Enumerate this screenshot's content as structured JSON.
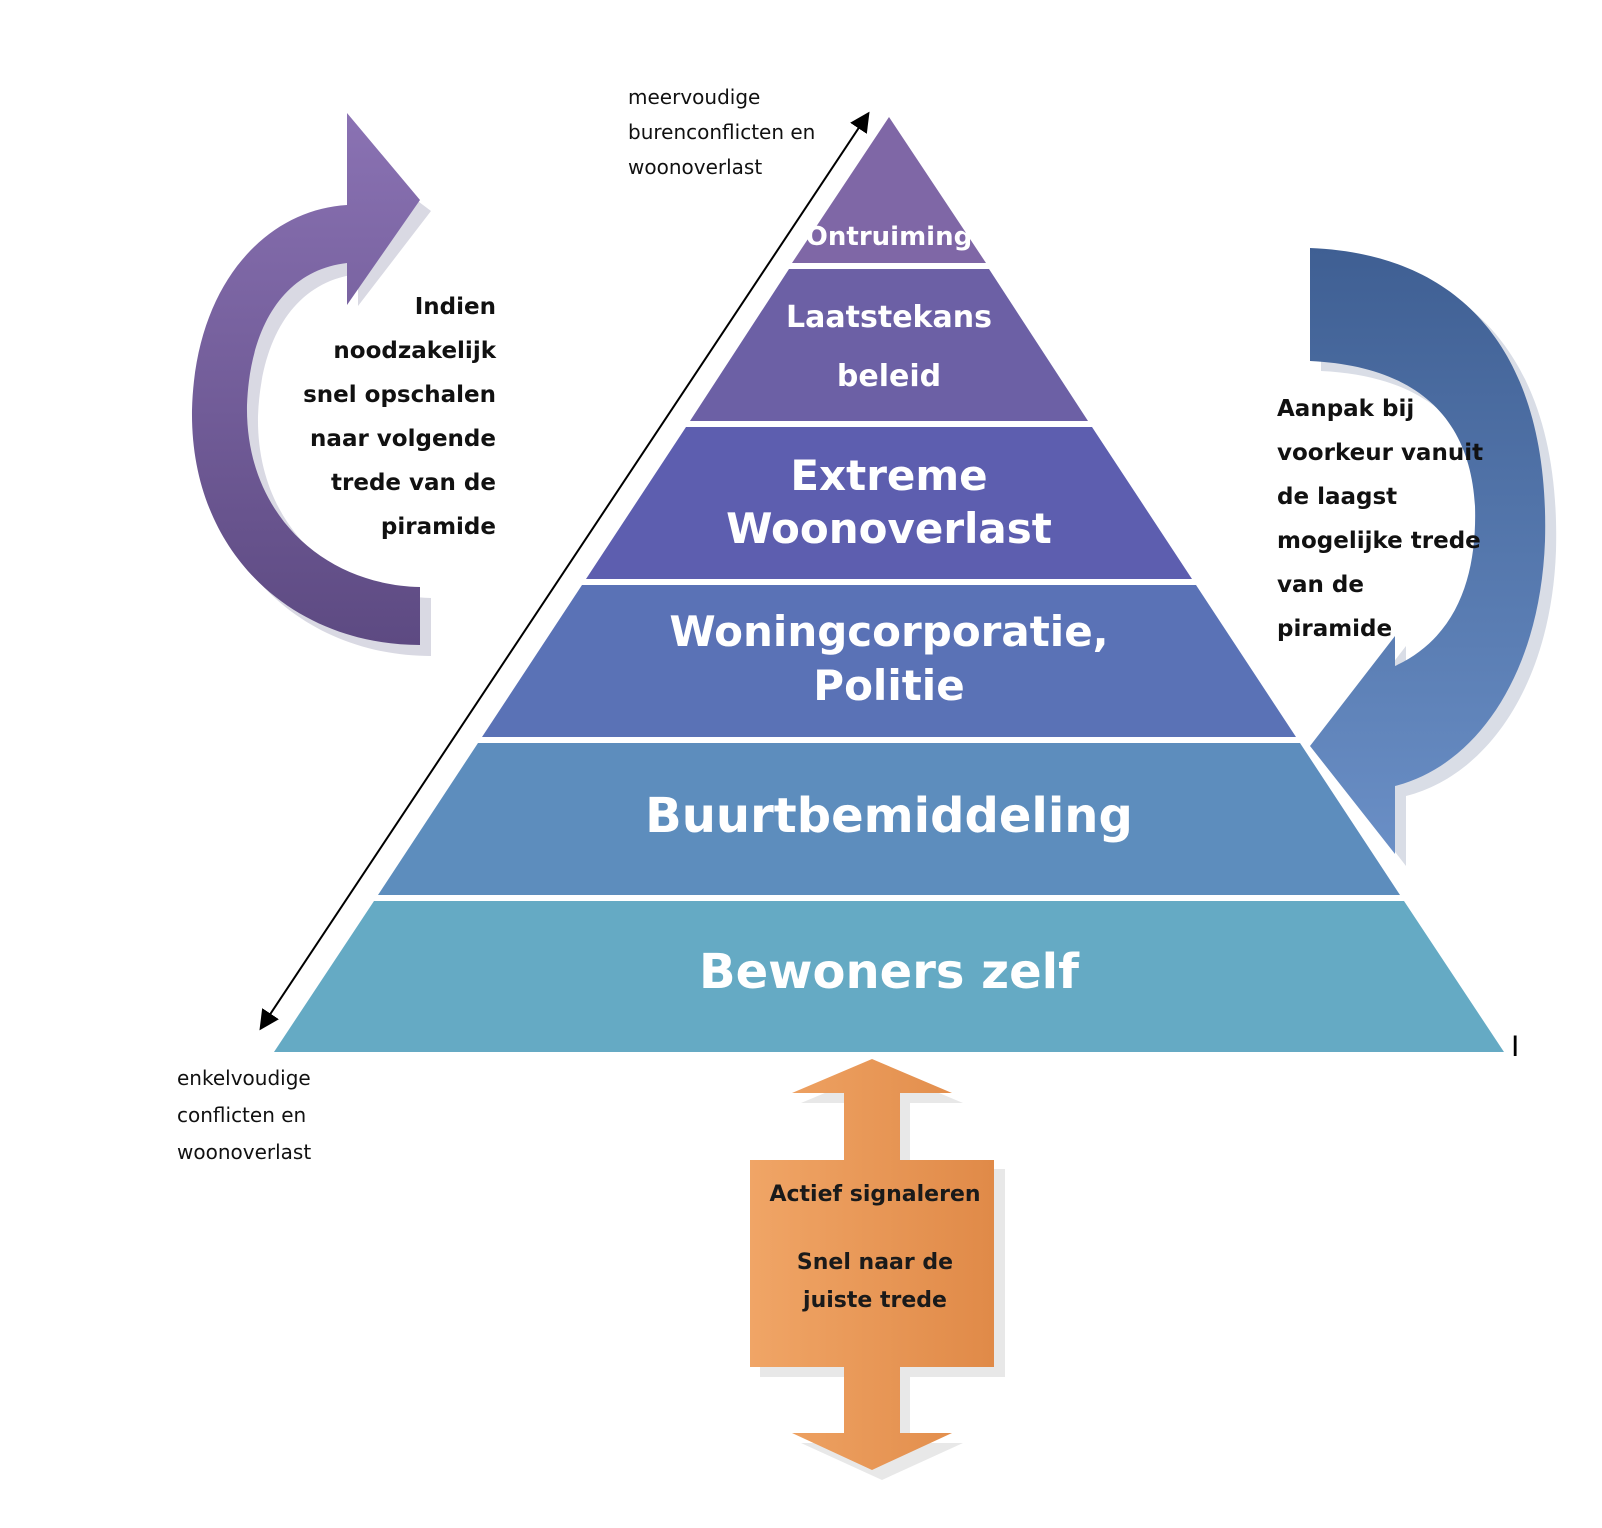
{
  "pyramid": {
    "tiers": [
      {
        "label": "Ontruiming",
        "color": "#7f67a6"
      },
      {
        "label_line1": "Laatstekans",
        "label_line2": "beleid",
        "color": "#6c60a5"
      },
      {
        "label_line1": "Extreme",
        "label_line2": "Woonoverlast",
        "color": "#5d5eaf"
      },
      {
        "label_line1": "Woningcorporatie,",
        "label_line2": "Politie",
        "color": "#5a72b6"
      },
      {
        "label": "Buurtbemiddeling",
        "color": "#5d8dbd"
      },
      {
        "label": "Bewoners zelf",
        "color": "#65aac4"
      }
    ]
  },
  "top_note": {
    "line1": "meervoudige",
    "line2": "burenconflicten en",
    "line3": "woonoverlast"
  },
  "bottom_note": {
    "line1": "enkelvoudige",
    "line2": "conflicten en",
    "line3": "woonoverlast"
  },
  "left_text": {
    "line1": "Indien",
    "line2": "noodzakelijk",
    "line3": "snel opschalen",
    "line4": "naar volgende",
    "line5": "trede van de",
    "line6": "piramide"
  },
  "right_text": {
    "line1": "Aanpak  bij",
    "line2": "voorkeur vanuit",
    "line3": "de laagst",
    "line4": "mogelijke trede",
    "line5": "van de",
    "line6": "piramide"
  },
  "center_box": {
    "line1": "Actief signaleren",
    "line2": "Snel naar  de",
    "line3": "juiste trede"
  },
  "stray_mark": "I",
  "colors": {
    "left_arrow": "#6f5a95",
    "right_arrow": "#4f6fa3",
    "bottom_arrow": "#e8995a"
  }
}
